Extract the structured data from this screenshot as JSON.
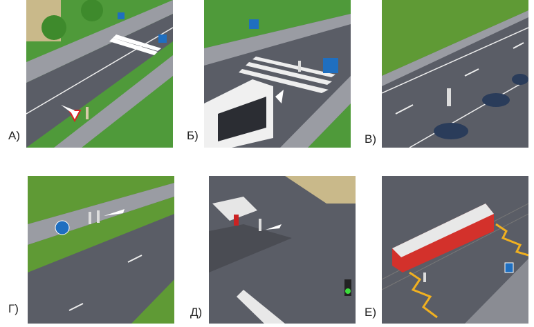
{
  "panels": [
    {
      "label": "А)",
      "scene": "road-with-crosswalk-and-pedestrian-warning-sign"
    },
    {
      "label": "Б)",
      "scene": "bus-approaching-crosswalk-with-pedestrian"
    },
    {
      "label": "В)",
      "scene": "pedestrian-walking-on-road-with-puddles"
    },
    {
      "label": "Г)",
      "scene": "pedestrians-on-bicycle-path"
    },
    {
      "label": "Д)",
      "scene": "intersection-with-traffic-lights-and-car"
    },
    {
      "label": "Е)",
      "scene": "tram-at-stop-with-pedestrian"
    }
  ],
  "colors": {
    "road": "#5a5d66",
    "grass": "#5f9a35",
    "sidewalk": "#9a9ca3",
    "tram": "#d3312b",
    "sign": "#1f6fc0"
  }
}
